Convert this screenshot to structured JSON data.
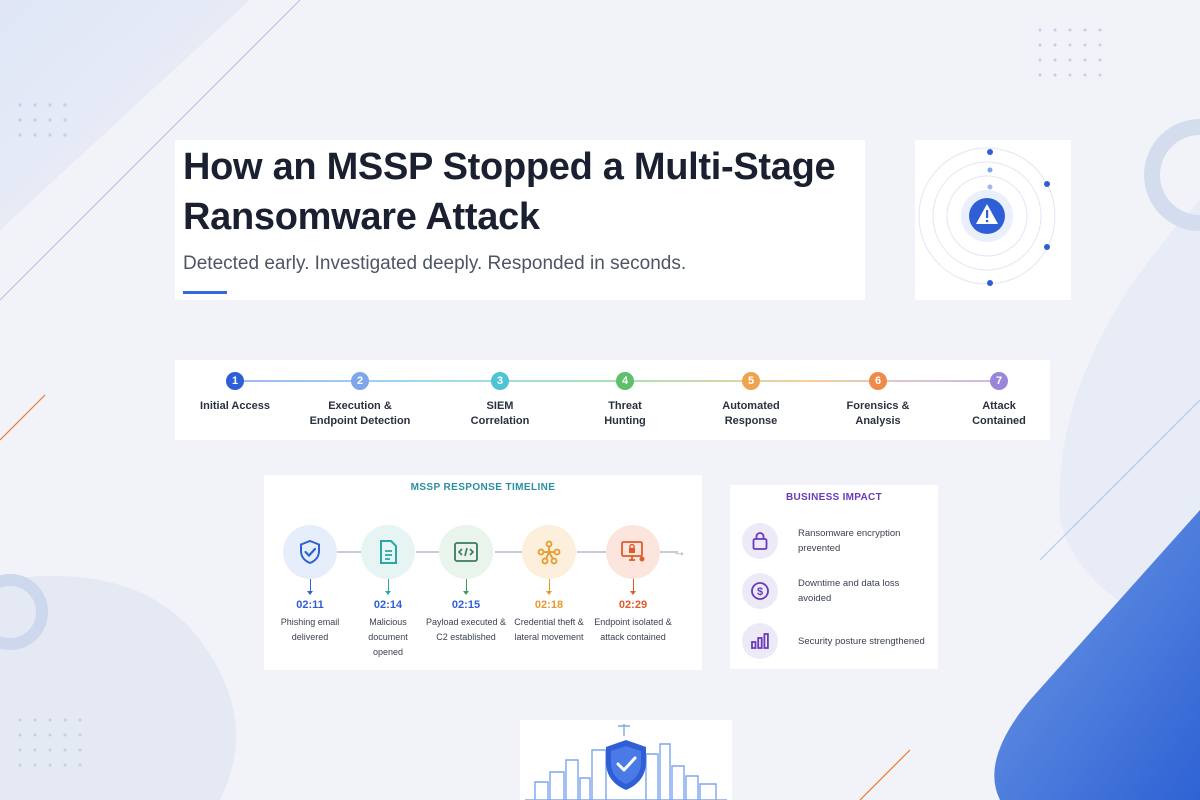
{
  "title": "How an MSSP Stopped a Multi-Stage Ransomware Attack",
  "subtitle": "Detected early. Investigated deeply. Responded in seconds.",
  "alert_icon": "warning-triangle-icon",
  "stages": [
    {
      "num": "1",
      "label": "Initial Access",
      "color": "#2f5fd6"
    },
    {
      "num": "2",
      "label": "Execution & Endpoint Detection",
      "color": "#7ea6ec"
    },
    {
      "num": "3",
      "label": "SIEM Correlation",
      "color": "#4fc2d3"
    },
    {
      "num": "4",
      "label": "Threat Hunting",
      "color": "#5fbf6a"
    },
    {
      "num": "5",
      "label": "Automated Response",
      "color": "#f0a34e"
    },
    {
      "num": "6",
      "label": "Forensics & Analysis",
      "color": "#f08a4a"
    },
    {
      "num": "7",
      "label": "Attack Contained",
      "color": "#9a86d8"
    }
  ],
  "timeline": {
    "heading": "MSSP RESPONSE TIMELINE",
    "steps": [
      {
        "time": "02:11",
        "desc": "Phishing email delivered",
        "icon": "shield-check-icon",
        "color": "#2f5fd6",
        "bg": "#e7eefb"
      },
      {
        "time": "02:14",
        "desc": "Malicious document opened",
        "icon": "document-icon",
        "color": "#2aa7a8",
        "bg": "#e6f4f4"
      },
      {
        "time": "02:15",
        "desc": "Payload executed & C2 established",
        "icon": "code-icon",
        "color": "#3e9d5a",
        "bg": "#e8f4ec"
      },
      {
        "time": "02:18",
        "desc": "Credential theft & lateral movement",
        "icon": "network-icon",
        "color": "#e59a2c",
        "bg": "#fcefdc"
      },
      {
        "time": "02:29",
        "desc": "Endpoint isolated & attack contained",
        "icon": "monitor-lock-icon",
        "color": "#e05a2c",
        "bg": "#fbe5dc"
      }
    ]
  },
  "impact": {
    "heading": "BUSINESS IMPACT",
    "items": [
      {
        "text": "Ransomware encryption prevented",
        "icon": "lock-icon"
      },
      {
        "text": "Downtime and data loss avoided",
        "icon": "dollar-icon"
      },
      {
        "text": "Security posture strengthened",
        "icon": "bar-chart-icon"
      }
    ],
    "accent": "#6a3bb8"
  },
  "city_icon": "city-shield-icon"
}
